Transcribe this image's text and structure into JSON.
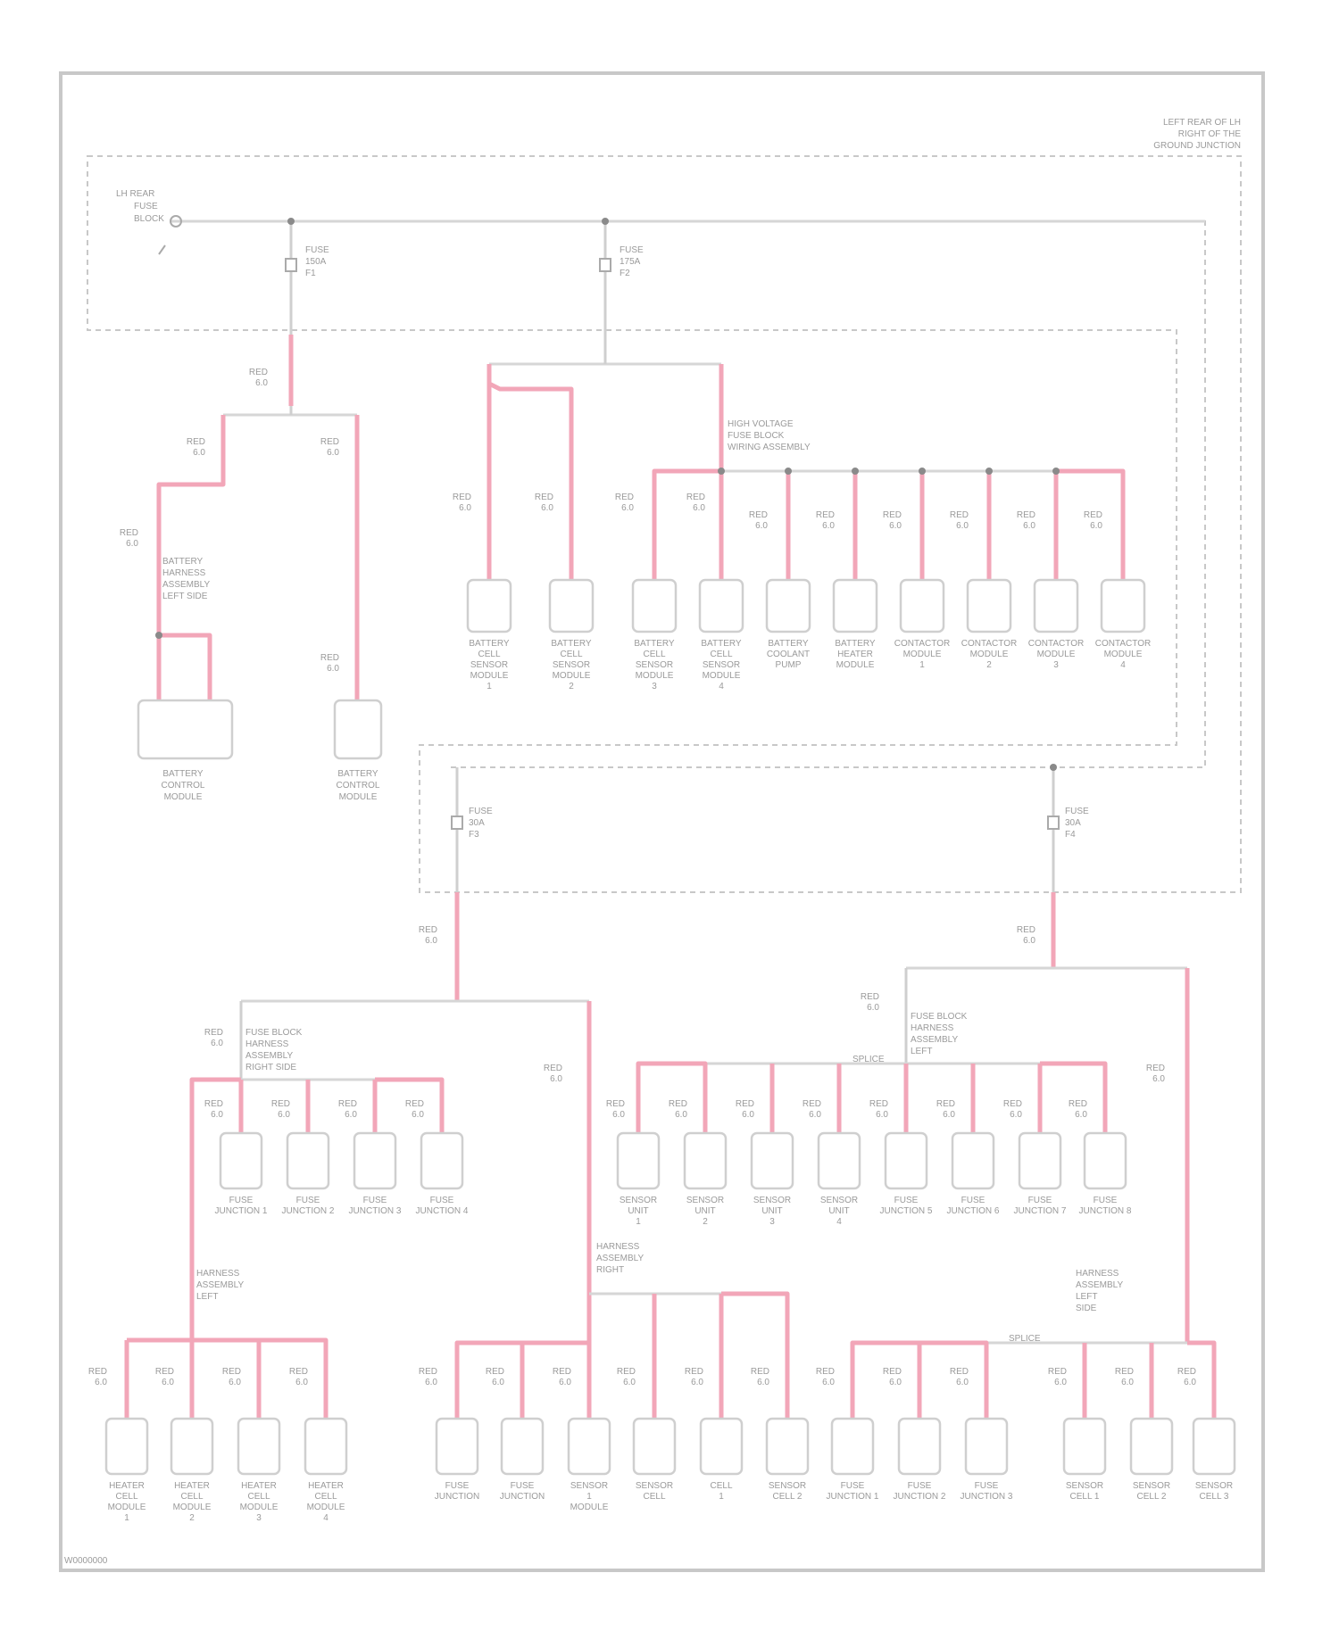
{
  "figure_code": "W0000000",
  "location_note": [
    "LEFT REAR OF LH",
    "RIGHT OF THE",
    "GROUND JUNCTION"
  ],
  "main_fuse_label": [
    "LH REAR",
    "FUSE",
    "BLOCK"
  ],
  "fuse_a": [
    "FUSE",
    "150A",
    "F1"
  ],
  "fuse_b": [
    "FUSE",
    "175A",
    "F2"
  ],
  "fuse_c": [
    "FUSE",
    "30A",
    "F3"
  ],
  "fuse_d": [
    "FUSE",
    "30A",
    "F4"
  ],
  "wire_code": "RED",
  "wire_size": "6.0",
  "conn_note_top": [
    "HIGH VOLTAGE",
    "FUSE BLOCK",
    "WIRING ASSEMBLY"
  ],
  "conn_note_left": [
    "BATTERY",
    "HARNESS",
    "ASSEMBLY",
    "LEFT SIDE"
  ],
  "conn_note_ml": [
    "FUSE BLOCK",
    "HARNESS",
    "ASSEMBLY",
    "RIGHT SIDE"
  ],
  "conn_note_mr": [
    "FUSE BLOCK",
    "HARNESS",
    "ASSEMBLY",
    "LEFT"
  ],
  "conn_note_bl": [
    "HARNESS",
    "ASSEMBLY",
    "LEFT"
  ],
  "conn_note_bm": [
    "HARNESS",
    "ASSEMBLY",
    "RIGHT"
  ],
  "conn_note_br": [
    "HARNESS",
    "ASSEMBLY",
    "LEFT",
    "SIDE"
  ],
  "junction_label": "SPLICE",
  "components": {
    "left_pair": [
      [
        "BATTERY",
        "CONTROL",
        "MODULE"
      ],
      [
        "BATTERY",
        "CONTROL",
        "MODULE"
      ]
    ],
    "top_row": [
      [
        "BATTERY",
        "CELL",
        "SENSOR",
        "MODULE",
        "1"
      ],
      [
        "BATTERY",
        "CELL",
        "SENSOR",
        "MODULE",
        "2"
      ],
      [
        "BATTERY",
        "CELL",
        "SENSOR",
        "MODULE",
        "3"
      ],
      [
        "BATTERY",
        "CELL",
        "SENSOR",
        "MODULE",
        "4"
      ],
      [
        "BATTERY",
        "COOLANT",
        "PUMP"
      ],
      [
        "BATTERY",
        "HEATER",
        "MODULE"
      ],
      [
        "CONTACTOR",
        "MODULE",
        "1"
      ],
      [
        "CONTACTOR",
        "MODULE",
        "2"
      ],
      [
        "CONTACTOR",
        "MODULE",
        "3"
      ],
      [
        "CONTACTOR",
        "MODULE",
        "4"
      ]
    ],
    "mid_left": [
      [
        "FUSE",
        "JUNCTION 1"
      ],
      [
        "FUSE",
        "JUNCTION 2"
      ],
      [
        "FUSE",
        "JUNCTION 3"
      ],
      [
        "FUSE",
        "JUNCTION 4"
      ]
    ],
    "mid_right": [
      [
        "SENSOR",
        "UNIT",
        "1"
      ],
      [
        "SENSOR",
        "UNIT",
        "2"
      ],
      [
        "SENSOR",
        "UNIT",
        "3"
      ],
      [
        "SENSOR",
        "UNIT",
        "4"
      ],
      [
        "FUSE",
        "JUNCTION 5"
      ],
      [
        "FUSE",
        "JUNCTION 6"
      ],
      [
        "FUSE",
        "JUNCTION 7"
      ],
      [
        "FUSE",
        "JUNCTION 8"
      ]
    ],
    "bottom_left": [
      [
        "HEATER",
        "CELL",
        "MODULE",
        "1"
      ],
      [
        "HEATER",
        "CELL",
        "MODULE",
        "2"
      ],
      [
        "HEATER",
        "CELL",
        "MODULE",
        "3"
      ],
      [
        "HEATER",
        "CELL",
        "MODULE",
        "4"
      ]
    ],
    "bottom_mid": [
      [
        "FUSE",
        "JUNCTION"
      ],
      [
        "FUSE",
        "JUNCTION"
      ],
      [
        "SENSOR",
        "1",
        "MODULE"
      ],
      [
        "SENSOR",
        "CELL"
      ],
      [
        "CELL",
        "1"
      ],
      [
        "SENSOR",
        "CELL 2"
      ]
    ],
    "bottom_right": [
      [
        "FUSE",
        "JUNCTION 1"
      ],
      [
        "FUSE",
        "JUNCTION 2"
      ],
      [
        "FUSE",
        "JUNCTION 3"
      ],
      [
        "SENSOR",
        "CELL 1"
      ],
      [
        "SENSOR",
        "CELL 2"
      ],
      [
        "SENSOR",
        "CELL 3"
      ]
    ]
  }
}
